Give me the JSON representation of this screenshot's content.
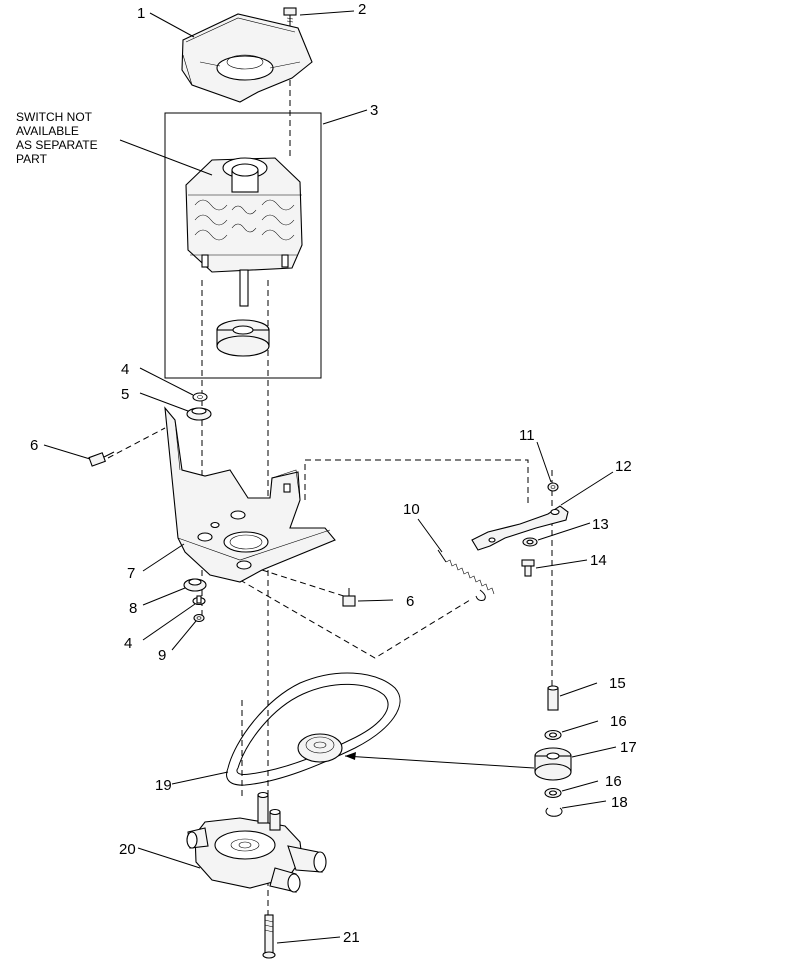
{
  "note": {
    "lines": [
      "SWITCH NOT",
      "AVAILABLE",
      "AS SEPARATE",
      "PART"
    ]
  },
  "callouts": {
    "c1": "1",
    "c2": "2",
    "c3": "3",
    "c4a": "4",
    "c5": "5",
    "c6a": "6",
    "c7": "7",
    "c8": "8",
    "c4b": "4",
    "c9": "9",
    "c6b": "6",
    "c10": "10",
    "c11": "11",
    "c12": "12",
    "c13": "13",
    "c14": "14",
    "c15": "15",
    "c16a": "16",
    "c17": "17",
    "c16b": "16",
    "c18": "18",
    "c19": "19",
    "c20": "20",
    "c21": "21"
  }
}
